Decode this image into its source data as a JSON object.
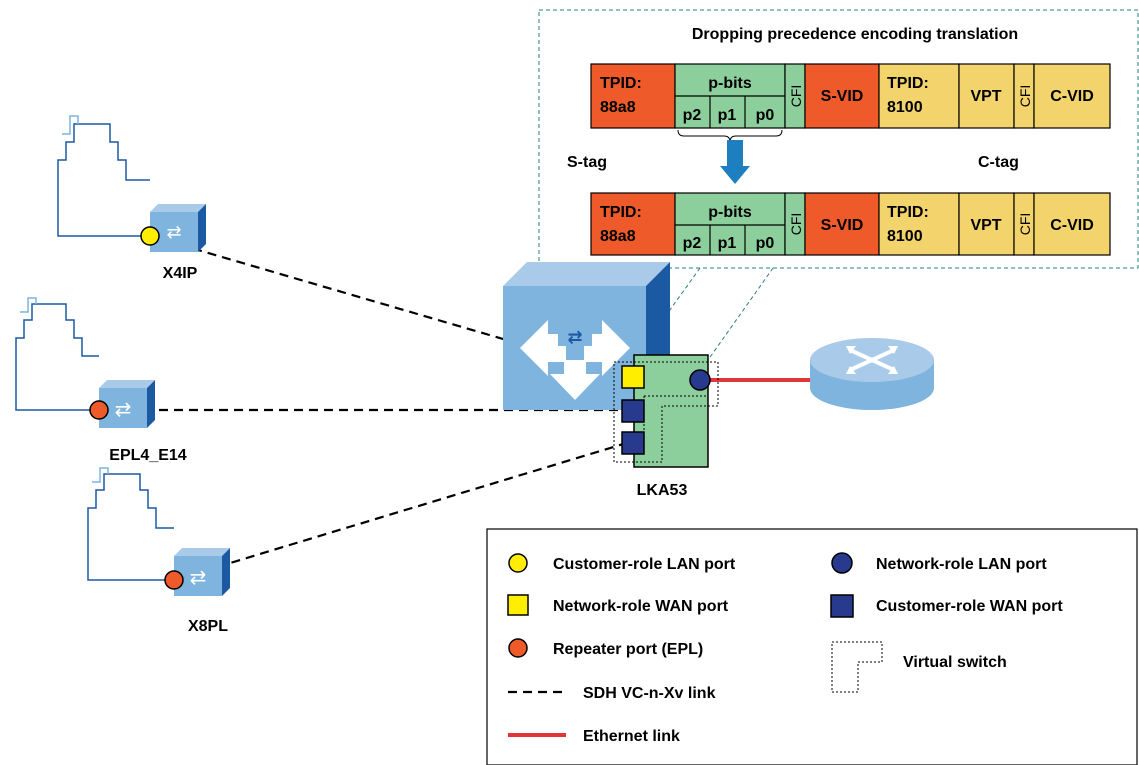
{
  "colors": {
    "orange": "#ef5a2a",
    "green": "#8ccf9c",
    "yellow": "#f3d36c",
    "switch_blue": "#7eb4dd",
    "switch_dark": "#1b5aa3",
    "lan_yellow": "#ffee00",
    "lan_navy": "#283a8e",
    "repeater": "#ef5a2a",
    "ethernet": "#e0353a",
    "teal": "#2a7f7a"
  },
  "translation": {
    "title": "Dropping precedence encoding translation",
    "s_tag_label": "S-tag",
    "c_tag_label": "C-tag",
    "tpid_s_line1": "TPID:",
    "tpid_s_line2": "88a8",
    "pbits": "p-bits",
    "p2": "p2",
    "p1": "p1",
    "p0": "p0",
    "cfi": "CFI",
    "svid": "S-VID",
    "tpid_c_line1": "TPID:",
    "tpid_c_line2": "8100",
    "vpt": "VPT",
    "cvid": "C-VID"
  },
  "nodes": {
    "x4ip": "X4IP",
    "epl4": "EPL4_E14",
    "x8pl": "X8PL",
    "lka53": "LKA53"
  },
  "legend": {
    "customer_lan": "Customer-role LAN port",
    "network_lan": "Network-role LAN port",
    "network_wan": "Network-role WAN port",
    "customer_wan": "Customer-role WAN port",
    "repeater": "Repeater port (EPL)",
    "virtual_switch": "Virtual switch",
    "sdh_link": "SDH VC-n-Xv link",
    "ethernet_link": "Ethernet link"
  }
}
